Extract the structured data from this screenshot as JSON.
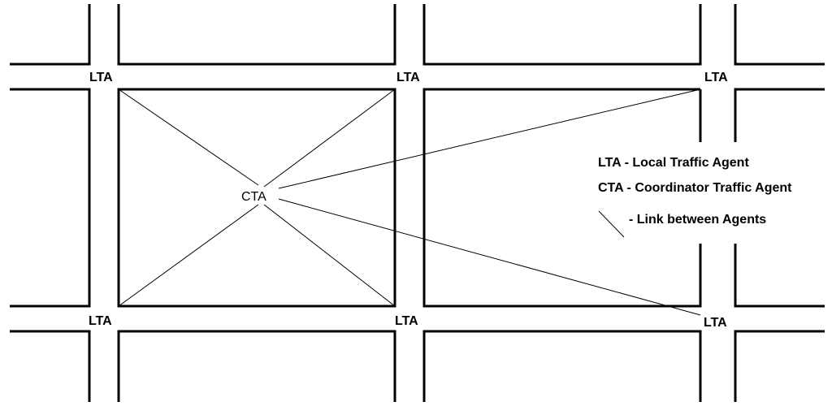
{
  "agents": {
    "lta_label": "LTA",
    "cta_label": "CTA"
  },
  "legend": {
    "lta_text": "LTA - Local Traffic Agent",
    "cta_text": "CTA - Coordinator Traffic Agent",
    "link_text": "- Link between Agents",
    "link_icon": "diagonal-line-icon"
  },
  "colors": {
    "lines": "#000000",
    "background": "#ffffff"
  }
}
